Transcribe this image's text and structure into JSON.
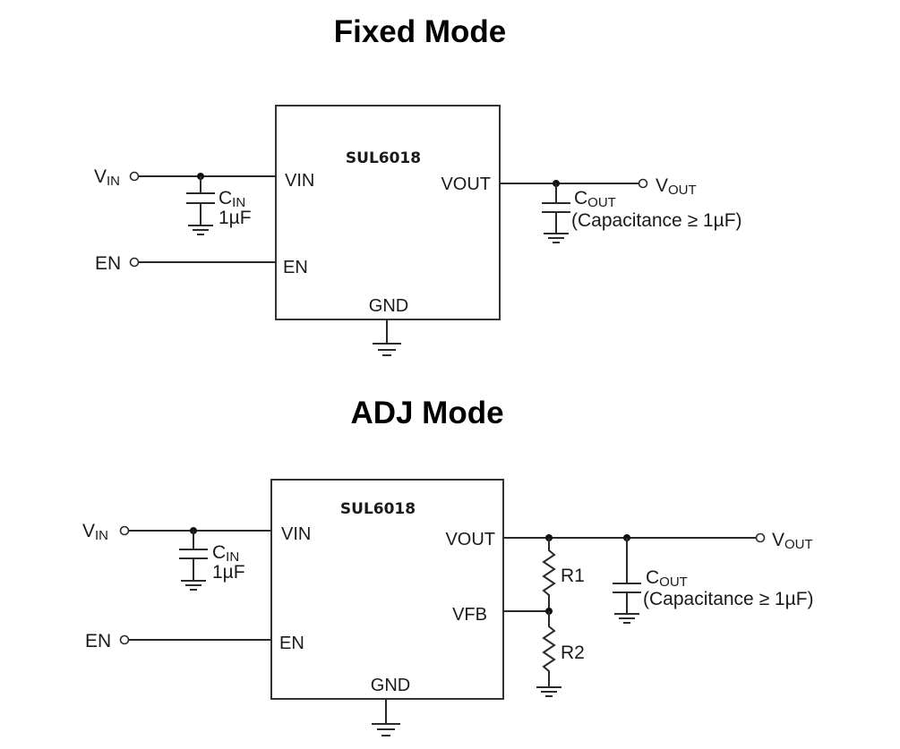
{
  "diagrams": [
    {
      "title": "Fixed Mode",
      "chip": {
        "name": "SUL6018",
        "pins": {
          "vin": "VIN",
          "en": "EN",
          "vout": "VOUT",
          "gnd": "GND"
        }
      },
      "terminals": {
        "vin": {
          "main": "V",
          "sub": "IN"
        },
        "en": {
          "main": "EN"
        },
        "vout": {
          "main": "V",
          "sub": "OUT"
        }
      },
      "cin": {
        "name_main": "C",
        "name_sub": "IN",
        "value": "1µF"
      },
      "cout": {
        "name_main": "C",
        "name_sub": "OUT",
        "value": "(Capacitance ≥ 1µF)"
      }
    },
    {
      "title": "ADJ Mode",
      "chip": {
        "name": "SUL6018",
        "pins": {
          "vin": "VIN",
          "en": "EN",
          "vout": "VOUT",
          "vfb": "VFB",
          "gnd": "GND"
        }
      },
      "terminals": {
        "vin": {
          "main": "V",
          "sub": "IN"
        },
        "en": {
          "main": "EN"
        },
        "vout": {
          "main": "V",
          "sub": "OUT"
        }
      },
      "cin": {
        "name_main": "C",
        "name_sub": "IN",
        "value": "1µF"
      },
      "cout": {
        "name_main": "C",
        "name_sub": "OUT",
        "value": "(Capacitance ≥ 1µF)"
      },
      "resistors": [
        {
          "name": "R1"
        },
        {
          "name": "R2"
        }
      ]
    }
  ]
}
